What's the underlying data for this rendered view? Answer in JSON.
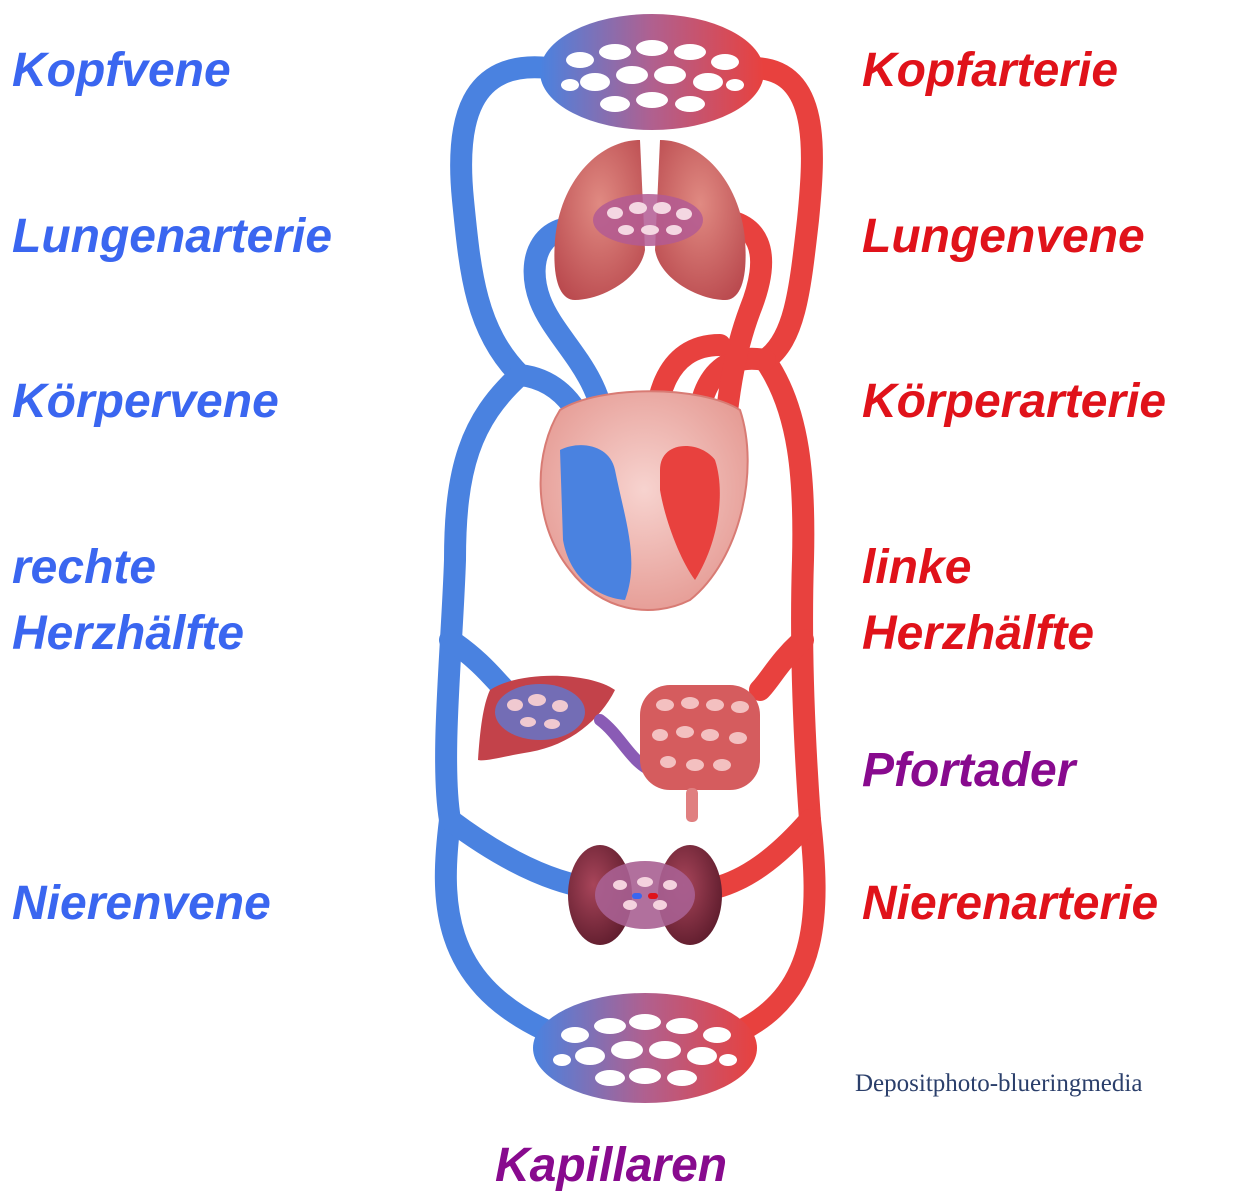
{
  "colors": {
    "venous_label": "#3a66f0",
    "arterial_label": "#e0121a",
    "portal_label": "#880a8e",
    "vein_fill": "#4a82e0",
    "artery_fill": "#e8413e",
    "organ_fill": "#c8505a",
    "capillary_mesh": "#b84d8a"
  },
  "labels_left": {
    "head_vein": "Kopfvene",
    "pulmonary_artery": "Lungenarterie",
    "body_vein": "Körpervene",
    "right_heart_line1": "rechte",
    "right_heart_line2": "Herzhälfte",
    "renal_vein": "Nierenvene"
  },
  "labels_right": {
    "head_artery": "Kopfarterie",
    "pulmonary_vein": "Lungenvene",
    "body_artery": "Körperarterie",
    "left_heart_line1": "linke",
    "left_heart_line2": "Herzhälfte",
    "portal_vein": "Pfortader",
    "renal_artery": "Nierenarterie"
  },
  "labels_bottom": {
    "capillaries": "Kapillaren"
  },
  "credit": "Depositphoto-blueringmedia",
  "icons": [
    "head-capillary-icon",
    "lungs-icon",
    "heart-icon",
    "liver-icon",
    "intestine-icon",
    "kidneys-icon",
    "body-capillary-icon"
  ]
}
